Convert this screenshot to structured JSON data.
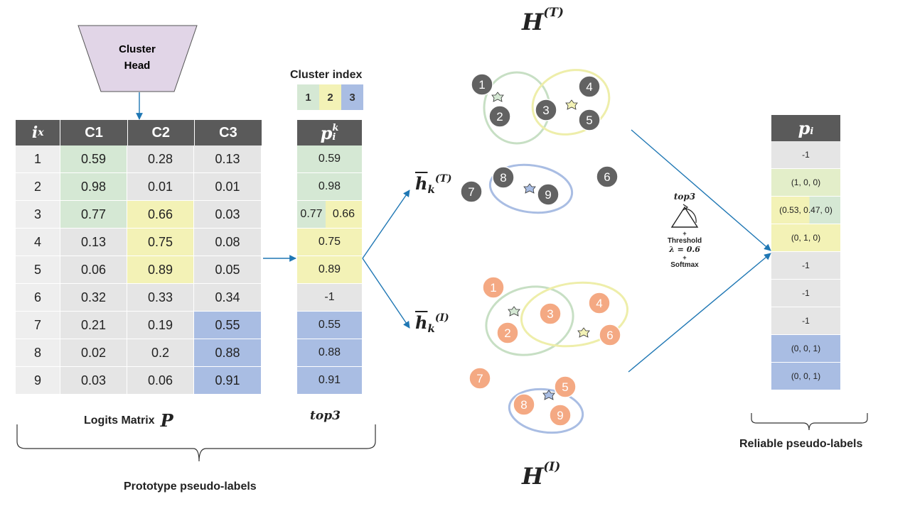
{
  "cluster_head": {
    "label_line1": "Cluster",
    "label_line2": "Head"
  },
  "cluster_index": {
    "title": "Cluster index",
    "items": [
      "1",
      "2",
      "3"
    ]
  },
  "colors": {
    "green": "#d5e8d4",
    "yellow": "#f3f2b6",
    "blue": "#a9bde3",
    "gray": "#e5e5e5",
    "lightgray": "#eeeeee",
    "header": "#5a5a5a",
    "arrow": "#1f77b4"
  },
  "logits": {
    "headers": [
      "i",
      "x",
      "C1",
      "C2",
      "C3"
    ],
    "rows": [
      [
        "1",
        "0.59",
        "0.28",
        "0.13"
      ],
      [
        "2",
        "0.98",
        "0.01",
        "0.01"
      ],
      [
        "3",
        "0.77",
        "0.66",
        "0.03"
      ],
      [
        "4",
        "0.13",
        "0.75",
        "0.08"
      ],
      [
        "5",
        "0.06",
        "0.89",
        "0.05"
      ],
      [
        "6",
        "0.32",
        "0.33",
        "0.34"
      ],
      [
        "7",
        "0.21",
        "0.19",
        "0.55"
      ],
      [
        "8",
        "0.02",
        "0.2",
        "0.88"
      ],
      [
        "9",
        "0.03",
        "0.06",
        "0.91"
      ]
    ],
    "caption_text": "Logits Matrix",
    "caption_symbol": "P"
  },
  "top3": {
    "header_base": "p",
    "header_sub": "i",
    "header_sup": "k",
    "values": [
      "0.59",
      "0.98",
      "0.77|0.66",
      "0.75",
      "0.89",
      "-1",
      "0.55",
      "0.88",
      "0.91"
    ],
    "caption": "top3"
  },
  "prototype_label": "Prototype  pseudo-labels",
  "h_text": {
    "base": "H",
    "sup": "(T)"
  },
  "h_image": {
    "base": "H",
    "sup": "(I)"
  },
  "hbar_text": {
    "base": "h",
    "sub": "k",
    "sup": "(T)"
  },
  "hbar_image": {
    "base": "h",
    "sub": "k",
    "sup": "(I)"
  },
  "text_nodes": [
    "1",
    "2",
    "3",
    "4",
    "5",
    "6",
    "7",
    "8",
    "9"
  ],
  "image_nodes": [
    "1",
    "2",
    "3",
    "4",
    "6",
    "7",
    "5",
    "8",
    "9"
  ],
  "operation": {
    "top": "top3",
    "plus1": "+",
    "threshold": "Threshold",
    "lambda": "λ = 0.6",
    "plus2": "+",
    "softmax": "Softmax"
  },
  "pi": {
    "header_base": "p",
    "header_sub": "i",
    "values": [
      "-1",
      "(1, 0, 0)",
      "(0.53, 0.47, 0)",
      "(0, 1, 0)",
      "-1",
      "-1",
      "-1",
      "(0, 0, 1)",
      "(0, 0, 1)"
    ],
    "caption": "Reliable pseudo-labels"
  }
}
